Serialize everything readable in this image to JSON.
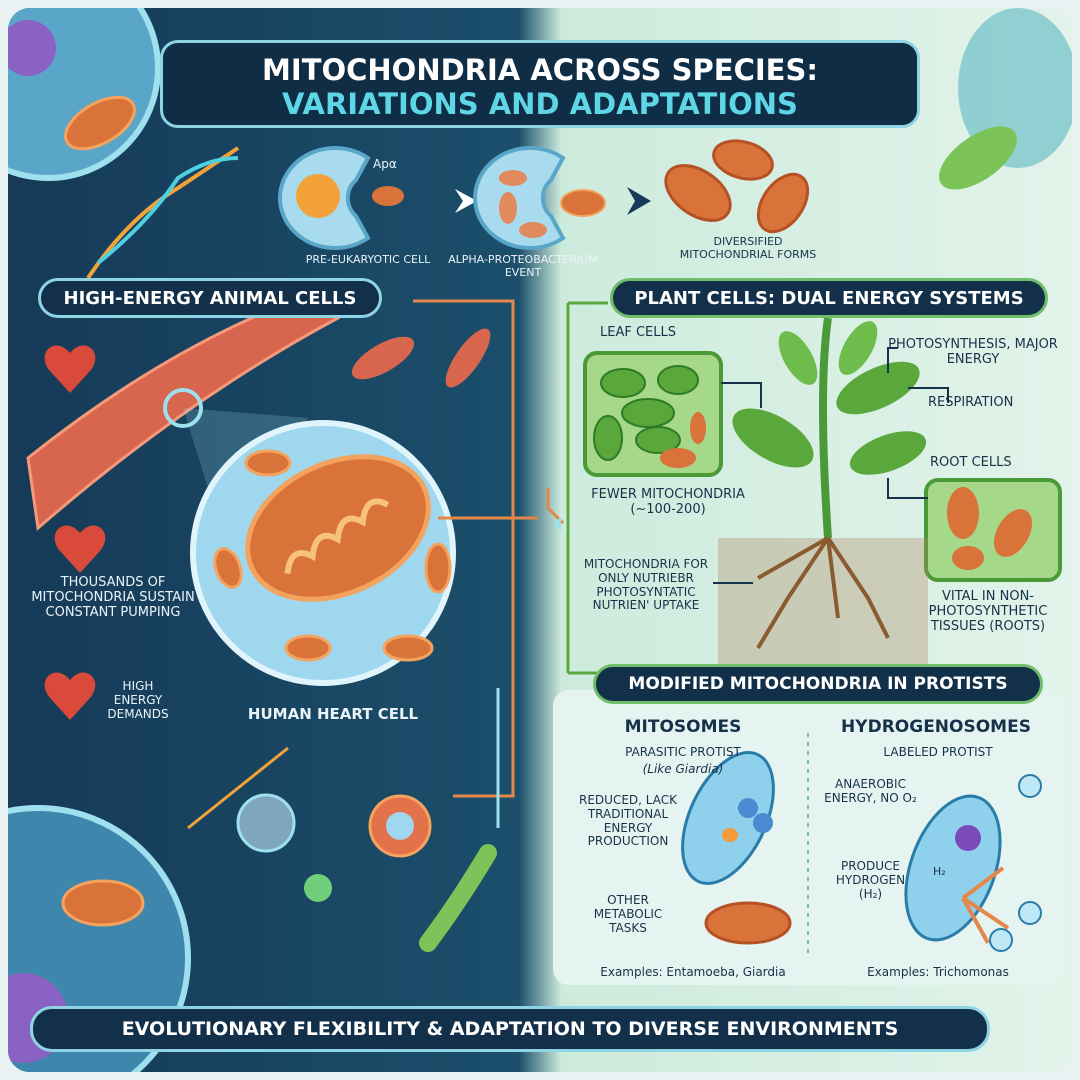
{
  "title": {
    "line1": "MITOCHONDRIA ACROSS SPECIES:",
    "line2": "VARIATIONS AND ADAPTATIONS"
  },
  "evolution": {
    "apa_label": "Apα",
    "step1": "PRE-EUKARYOTIC CELL",
    "step2": "ALPHA-PROTEOBACTERIUM EVENT",
    "step3": "DIVERSIFIED MITOCHONDRIAL FORMS"
  },
  "animal": {
    "header": "HIGH-ENERGY ANIMAL CELLS",
    "thousands": "THOUSANDS OF MITOCHONDRIA SUSTAIN CONSTANT PUMPING",
    "high_energy": "HIGH ENERGY DEMANDS",
    "heart_cell": "HUMAN HEART CELL"
  },
  "plant": {
    "header": "PLANT CELLS: DUAL ENERGY SYSTEMS",
    "leaf_cells": "LEAF CELLS",
    "fewer": "FEWER MITOCHONDRIA (~100-200)",
    "photosynthesis": "PHOTOSYNTHESIS, MAJOR ENERGY",
    "respiration": "RESPIRATION",
    "root_cells": "ROOT CELLS",
    "root_note": "MITOCHONDRIA FOR ONLY NUTRIEBR PHOTOSYNTATIC NUTRIEN' UPTAKE",
    "vital": "VITAL IN NON-PHOTOSYNTHETIC TISSUES (ROOTS)"
  },
  "protists": {
    "header": "MODIFIED MITOCHONDRIA IN PROTISTS",
    "mitosomes": {
      "title": "MITOSOMES",
      "subtitle": "PARASITIC PROTIST",
      "like": "(Like Giardia)",
      "reduced": "REDUCED, LACK TRADITIONAL ENERGY PRODUCTION",
      "other": "OTHER METABOLIC TASKS",
      "examples": "Examples: Entamoeba, Giardia"
    },
    "hydrogenosomes": {
      "title": "HYDROGENOSOMES",
      "subtitle": "LABELED PROTIST",
      "anaerobic": "ANAEROBIC ENERGY, NO O₂",
      "produce": "PRODUCE HYDROGEN (H₂)",
      "h2": "H₂",
      "examples": "Examples: Trichomonas"
    }
  },
  "footer": "EVOLUTIONARY FLEXIBILITY & ADAPTATION TO DIVERSE ENVIRONMENTS",
  "colors": {
    "navy": "#13304a",
    "cyan": "#5fd6e6",
    "mito_orange": "#d9733a",
    "leaf_green": "#5aa83c",
    "mint": "#e2f3ea"
  }
}
